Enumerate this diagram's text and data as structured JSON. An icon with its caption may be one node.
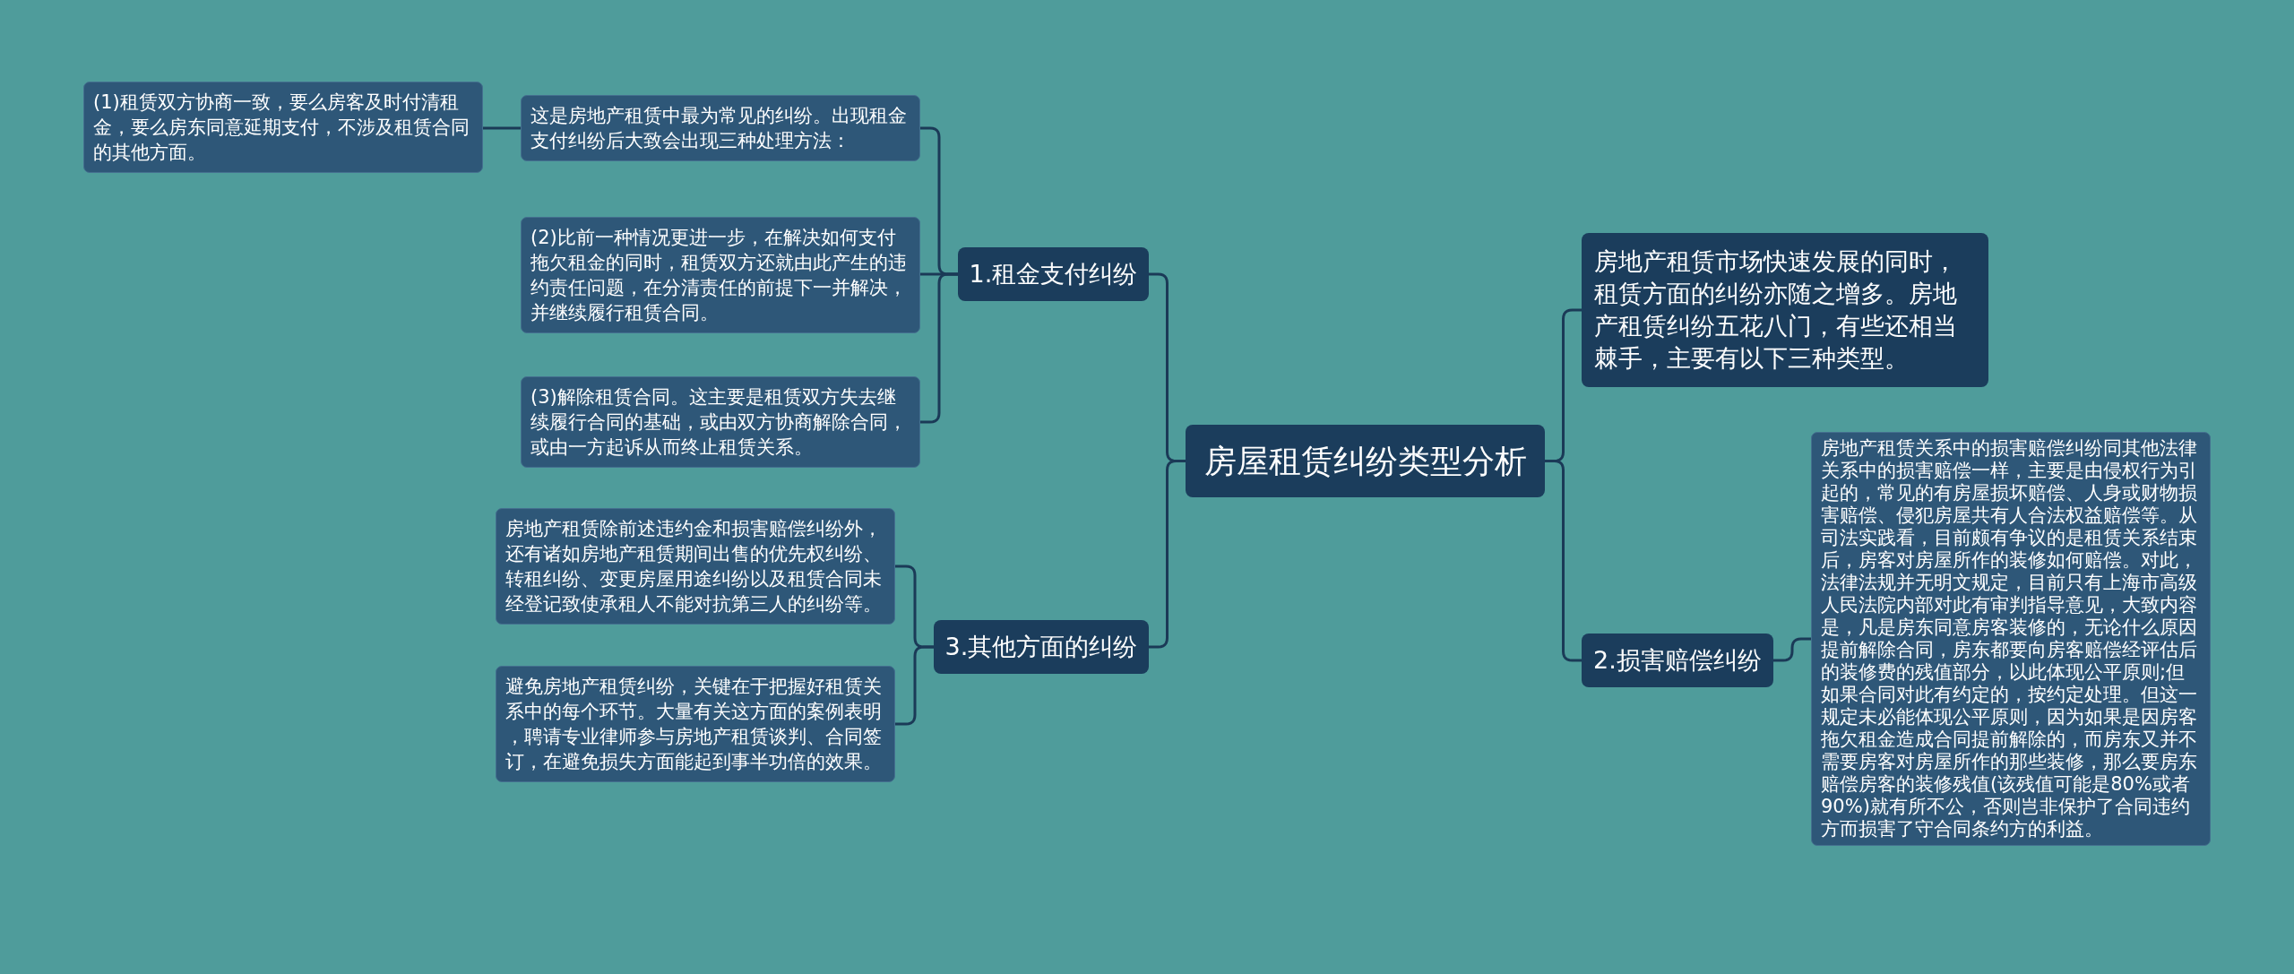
{
  "diagram": {
    "nodes": [
      {
        "text": [
          "房屋租赁纠纷类型分析"
        ]
      },
      {
        "text": [
          "房地产租赁市场快速发展的同时，租赁方面的纠纷亦随之增多。房地产租赁纠纷五花八门，有些还相当棘手，主要有以下三种类型。"
        ]
      },
      {
        "text": [
          "2.损害赔偿纠纷"
        ]
      },
      {
        "text": [
          "房地产租赁关系中的损害赔偿纠纷同其他法律关系中的损害赔偿一样，主要是由侵权行为引起的，常见的有房屋损坏赔偿、人身或财物损害赔偿、侵犯房屋共有人合法权益赔偿等。从司法实践看，目前颇有争议的是租赁关系结束后，房客对房屋所作的装修如何赔偿。对此，法律法规并无明文规定，目前只有上海市高级人民法院内部对此有审判指导意见，大致内容是，凡是房东同意房客装修的，无论什么原因提前解除合同，房东都要向房客赔偿经评估后的装修费的残值部分，以此体现公平原则;但如果合同对此有约定的，按约定处理。但这一规定未必能体现公平原则，因为如果是因房客拖欠租金造成合同提前解除的，而房东又并不需要房客对房屋所作的那些装修，那么要房东赔偿房客的装修残值(该残值可能是80%或者90%)就有所不公，否则岂非保护了合同违约方而损害了守合同条约方的利益。"
        ]
      },
      {
        "text": [
          "1.租金支付纠纷"
        ]
      },
      {
        "text": [
          "这是房地产租赁中最为常见的纠纷。出现租金支付纠纷后大致会出现三种处理方法："
        ]
      },
      {
        "text": [
          "(1)租赁双方协商一致，要么房客及时付清租金，要么房东同意延期支付，不涉及租赁合同的其他方面。"
        ]
      },
      {
        "text": [
          "(2)比前一种情况更进一步，在解决如何支付拖欠租金的同时，租赁双方还就由此产生的违约责任问题，在分清责任的前提下一并解决，并继续履行租赁合同。"
        ]
      },
      {
        "text": [
          "(3)解除租赁合同。这主要是租赁双方失去继续履行合同的基础，或由双方协商解除合同，或由一方起诉从而终止租赁关系。"
        ]
      },
      {
        "text": [
          "3.其他方面的纠纷"
        ]
      },
      {
        "text": [
          "房地产租赁除前述违约金和损害赔偿纠纷外，还有诸如房地产租赁期间出售的优先权纠纷、转租纠纷、变更房屋用途纠纷以及租赁合同未经登记致使承租人不能对抗第三人的纠纷等。"
        ]
      },
      {
        "text": [
          "避免房地产租赁纠纷，关键在于把握好租赁关系中的每个环节。大量有关这方面的案例表明，聘请专业律师参与房地产租赁谈判、合同签订，在避免损失方面能起到事半功倍的效果。"
        ]
      }
    ],
    "edges": [
      {
        "from": 0,
        "to": 1,
        "arrow": "none"
      },
      {
        "from": 0,
        "to": 2,
        "arrow": "none"
      },
      {
        "from": 2,
        "to": 3,
        "arrow": "none"
      },
      {
        "from": 0,
        "to": 4,
        "arrow": "none"
      },
      {
        "from": 4,
        "to": 5,
        "arrow": "none"
      },
      {
        "from": 5,
        "to": 6,
        "arrow": "none"
      },
      {
        "from": 4,
        "to": 7,
        "arrow": "none"
      },
      {
        "from": 4,
        "to": 8,
        "arrow": "none"
      },
      {
        "from": 0,
        "to": 9,
        "arrow": "none"
      },
      {
        "from": 9,
        "to": 10,
        "arrow": "none"
      },
      {
        "from": 9,
        "to": 11,
        "arrow": "none"
      }
    ]
  }
}
